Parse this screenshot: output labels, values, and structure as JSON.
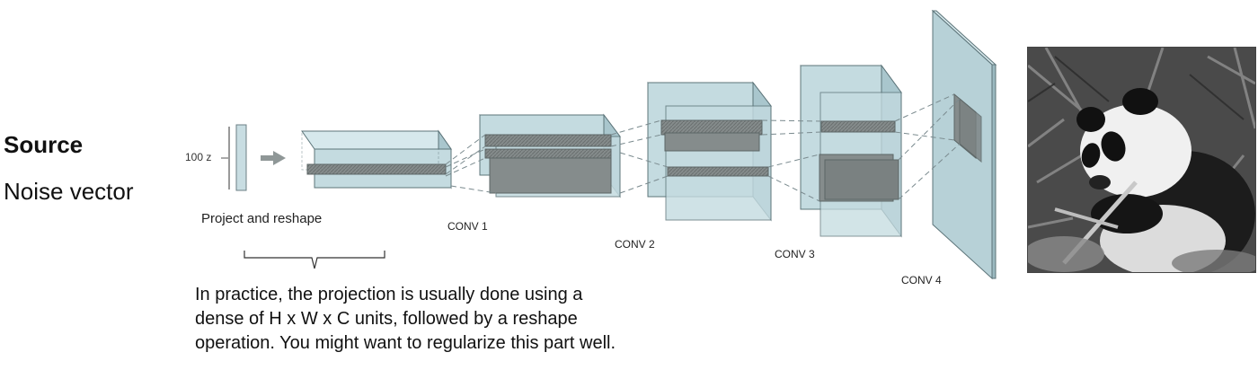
{
  "source": {
    "title": "Source",
    "subtitle": "Noise vector"
  },
  "diagram": {
    "input_label": "100 z",
    "project_label": "Project and reshape",
    "layers": [
      {
        "label": "CONV 1"
      },
      {
        "label": "CONV 2"
      },
      {
        "label": "CONV 3"
      },
      {
        "label": "CONV 4"
      }
    ],
    "colors": {
      "block_face": "#c4dbe0",
      "block_top": "#d6e8ec",
      "block_side": "#a9c6cd",
      "edge": "#5c7479",
      "filter": "#7d8585",
      "dash": "#7a8a8e"
    }
  },
  "caption": {
    "lines": [
      "In practice, the projection is usually done using a",
      "dense of H x W x C units, followed by a reshape",
      "operation. You might want to regularize this part well."
    ]
  },
  "output_image": {
    "icon": "panda-photo"
  }
}
